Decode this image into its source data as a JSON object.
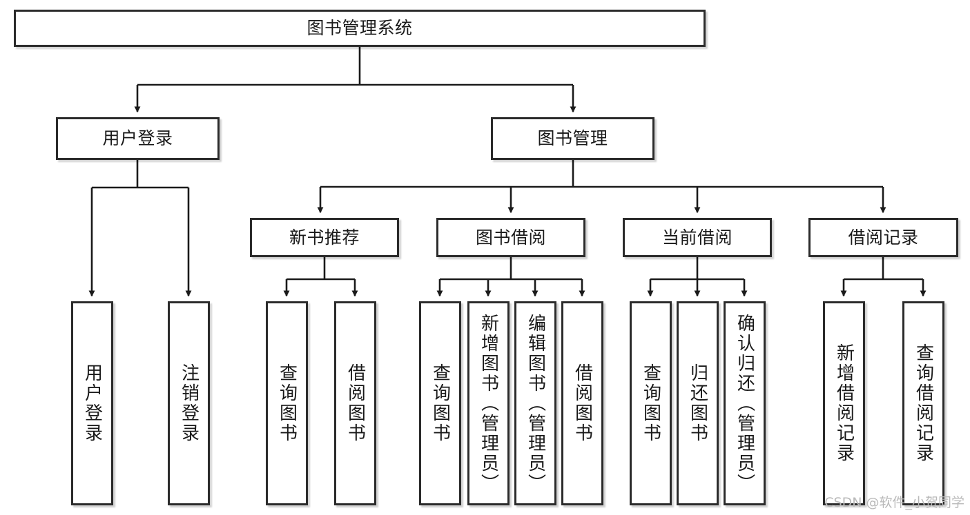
{
  "diagram": {
    "type": "tree",
    "title": "图书管理系统",
    "watermark": "CSDN @软件_小贺同学",
    "colors": {
      "node_border": "#2b2b2b",
      "node_fill": "#ffffff",
      "edge": "#1a1a1a",
      "watermark": "#b9b9b9",
      "background": "#ffffff"
    },
    "levels": {
      "level1": [
        {
          "id": "root",
          "label": "图书管理系统",
          "orientation": "horizontal"
        }
      ],
      "level2": [
        {
          "id": "user_login",
          "label": "用户登录",
          "orientation": "horizontal",
          "parent": "root"
        },
        {
          "id": "book_mgmt",
          "label": "图书管理",
          "orientation": "horizontal",
          "parent": "root"
        }
      ],
      "level3": [
        {
          "id": "new_book_rec",
          "label": "新书推荐",
          "orientation": "horizontal",
          "parent": "book_mgmt"
        },
        {
          "id": "book_borrow",
          "label": "图书借阅",
          "orientation": "horizontal",
          "parent": "book_mgmt"
        },
        {
          "id": "current_borrow",
          "label": "当前借阅",
          "orientation": "horizontal",
          "parent": "book_mgmt"
        },
        {
          "id": "borrow_record",
          "label": "借阅记录",
          "orientation": "horizontal",
          "parent": "book_mgmt"
        }
      ],
      "level4": [
        {
          "id": "leaf_user_login",
          "label": "用户登录",
          "orientation": "vertical",
          "parent": "user_login"
        },
        {
          "id": "leaf_user_logout",
          "label": "注销登录",
          "orientation": "vertical",
          "parent": "user_login"
        },
        {
          "id": "leaf_nbr_query",
          "label": "查询图书",
          "orientation": "vertical",
          "parent": "new_book_rec"
        },
        {
          "id": "leaf_nbr_borrow",
          "label": "借阅图书",
          "orientation": "vertical",
          "parent": "new_book_rec"
        },
        {
          "id": "leaf_bb_query",
          "label": "查询图书",
          "orientation": "vertical",
          "parent": "book_borrow"
        },
        {
          "id": "leaf_bb_add",
          "label": "新增图书（管理员）",
          "orientation": "vertical",
          "parent": "book_borrow"
        },
        {
          "id": "leaf_bb_edit",
          "label": "编辑图书（管理员）",
          "orientation": "vertical",
          "parent": "book_borrow"
        },
        {
          "id": "leaf_bb_borrow",
          "label": "借阅图书",
          "orientation": "vertical",
          "parent": "book_borrow"
        },
        {
          "id": "leaf_cb_query",
          "label": "查询图书",
          "orientation": "vertical",
          "parent": "current_borrow"
        },
        {
          "id": "leaf_cb_return",
          "label": "归还图书",
          "orientation": "vertical",
          "parent": "current_borrow"
        },
        {
          "id": "leaf_cb_confirm",
          "label": "确认归还（管理员）",
          "orientation": "vertical",
          "parent": "current_borrow"
        },
        {
          "id": "leaf_br_add",
          "label": "新增借阅记录",
          "orientation": "vertical",
          "parent": "borrow_record"
        },
        {
          "id": "leaf_br_query",
          "label": "查询借阅记录",
          "orientation": "vertical",
          "parent": "borrow_record"
        }
      ]
    }
  }
}
